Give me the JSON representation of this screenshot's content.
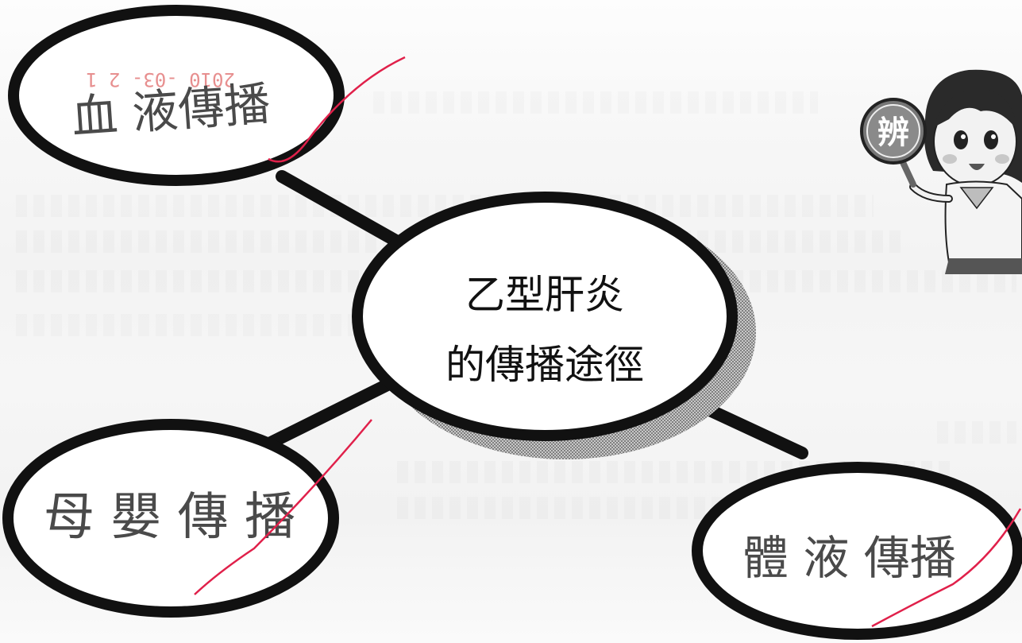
{
  "center": {
    "line1": "乙型肝炎",
    "line2": "的傳播途徑"
  },
  "nodes": {
    "top_left": "血 液傳播",
    "bottom_left": "母 嬰 傳 播",
    "bottom_right": "體 液 傳播"
  },
  "stamp": "2010 -03- 2 1",
  "badge": "辨",
  "colors": {
    "outline": "#111111",
    "tick_mark": "#e0204a",
    "shadow": "#8a8a8a"
  }
}
